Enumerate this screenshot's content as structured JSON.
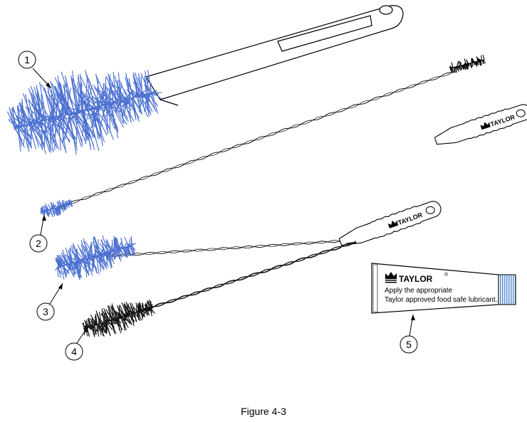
{
  "figure": {
    "caption": "Figure 4-3",
    "brand": "TAYLOR",
    "callouts": [
      "1",
      "2",
      "3",
      "4",
      "5"
    ],
    "tube": {
      "brand": "TAYLOR",
      "registered_mark": "®",
      "line1": "Apply the appropriate",
      "line2": "Taylor approved food safe lubricant."
    }
  },
  "colors": {
    "bristle_blue": "#4a6fd0",
    "bristle_black": "#111111",
    "outline": "#000000",
    "tube_cap": "#5b8fd6"
  }
}
